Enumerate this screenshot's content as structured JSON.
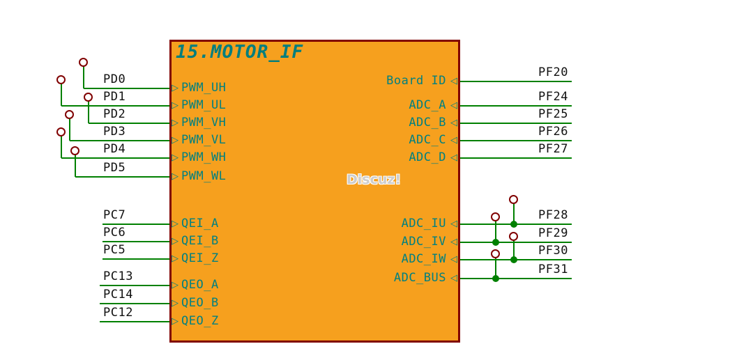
{
  "component": {
    "title": "15.MOTOR_IF"
  },
  "watermark": "Discuz!",
  "glyphs": {
    "pin_left": "▷",
    "pin_right": "◁"
  },
  "colors": {
    "body_fill": "#F6A01E",
    "body_border": "#800000",
    "wire": "#008000",
    "junction": "#008000",
    "terminal_outline": "#800000",
    "pin_text": "#008080",
    "net_text": "#111111",
    "title_text": "#007E7E",
    "watermark_text": "#CDCDCD"
  },
  "left_pins": [
    {
      "pin": "PWM_UH",
      "net": "PD0"
    },
    {
      "pin": "PWM_UL",
      "net": "PD1"
    },
    {
      "pin": "PWM_VH",
      "net": "PD2"
    },
    {
      "pin": "PWM_VL",
      "net": "PD3"
    },
    {
      "pin": "PWM_WH",
      "net": "PD4"
    },
    {
      "pin": "PWM_WL",
      "net": "PD5"
    },
    {
      "pin": "QEI_A",
      "net": "PC7"
    },
    {
      "pin": "QEI_B",
      "net": "PC6"
    },
    {
      "pin": "QEI_Z",
      "net": "PC5"
    },
    {
      "pin": "QEO_A",
      "net": "PC13"
    },
    {
      "pin": "QEO_B",
      "net": "PC14"
    },
    {
      "pin": "QEO_Z",
      "net": "PC12"
    }
  ],
  "right_pins": [
    {
      "pin": "Board ID",
      "net": "PF20"
    },
    {
      "pin": "ADC_A",
      "net": "PF24"
    },
    {
      "pin": "ADC_B",
      "net": "PF25"
    },
    {
      "pin": "ADC_C",
      "net": "PF26"
    },
    {
      "pin": "ADC_D",
      "net": "PF27"
    },
    {
      "pin": "ADC_IU",
      "net": "PF28"
    },
    {
      "pin": "ADC_IV",
      "net": "PF29"
    },
    {
      "pin": "ADC_IW",
      "net": "PF30"
    },
    {
      "pin": "ADC_BUS",
      "net": "PF31"
    }
  ]
}
